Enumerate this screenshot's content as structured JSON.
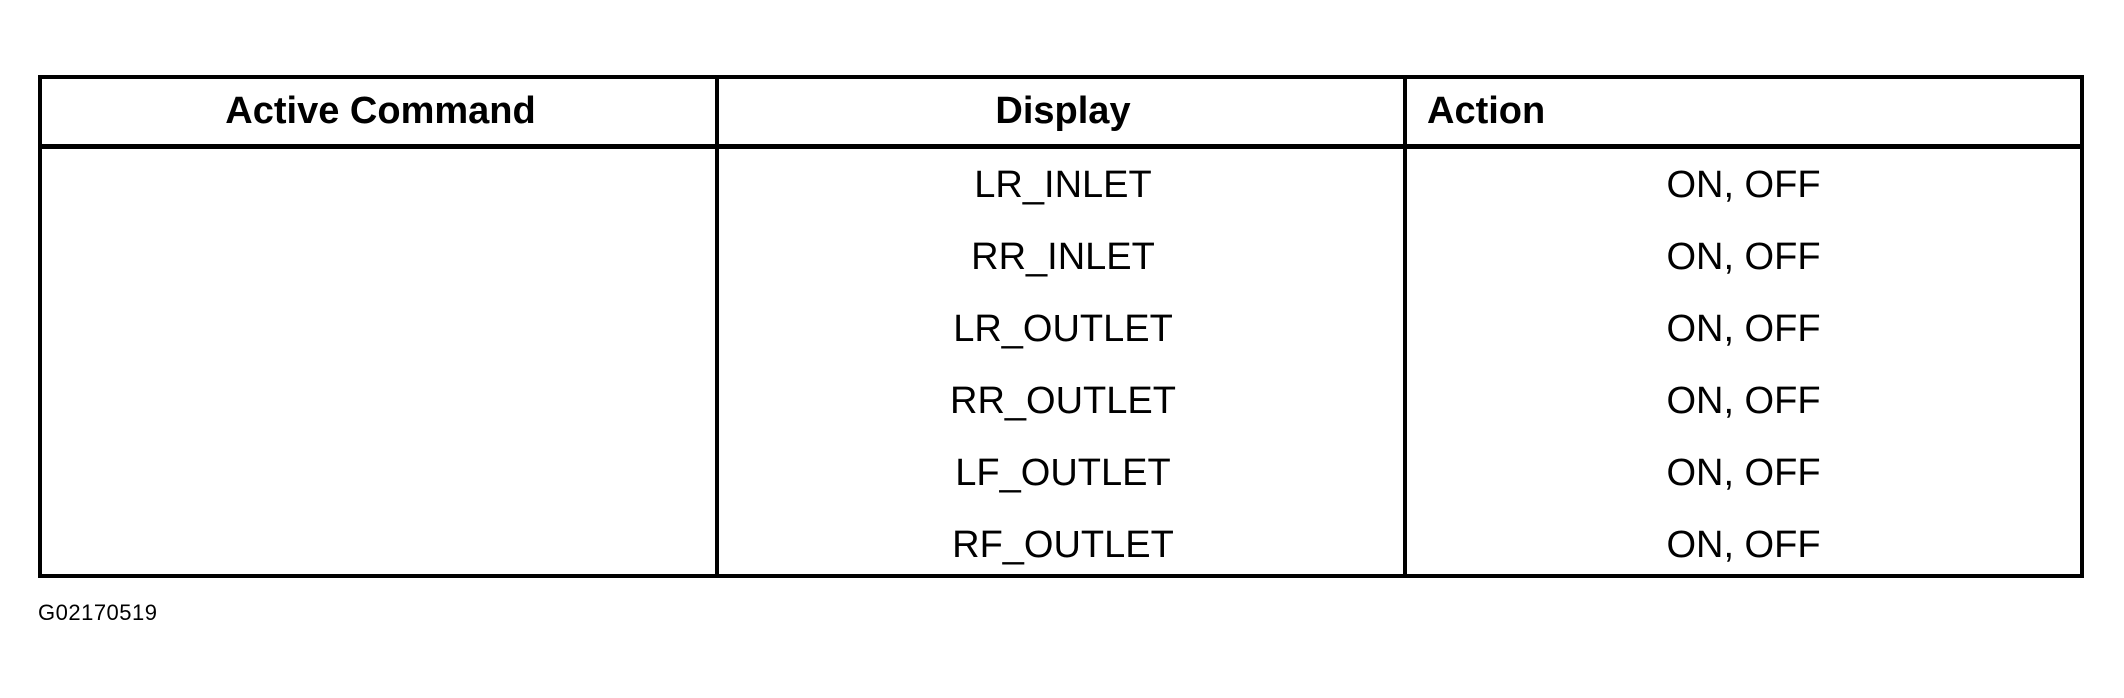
{
  "table": {
    "headers": {
      "active_command": "Active Command",
      "display": "Display",
      "action": "Action"
    },
    "rows": [
      {
        "display": "LR_INLET",
        "action": "ON, OFF"
      },
      {
        "display": "RR_INLET",
        "action": "ON, OFF"
      },
      {
        "display": "LR_OUTLET",
        "action": "ON, OFF"
      },
      {
        "display": "RR_OUTLET",
        "action": "ON, OFF"
      },
      {
        "display": "LF_OUTLET",
        "action": "ON, OFF"
      },
      {
        "display": "RF_OUTLET",
        "action": "ON, OFF"
      }
    ]
  },
  "figure_id": "G02170519"
}
